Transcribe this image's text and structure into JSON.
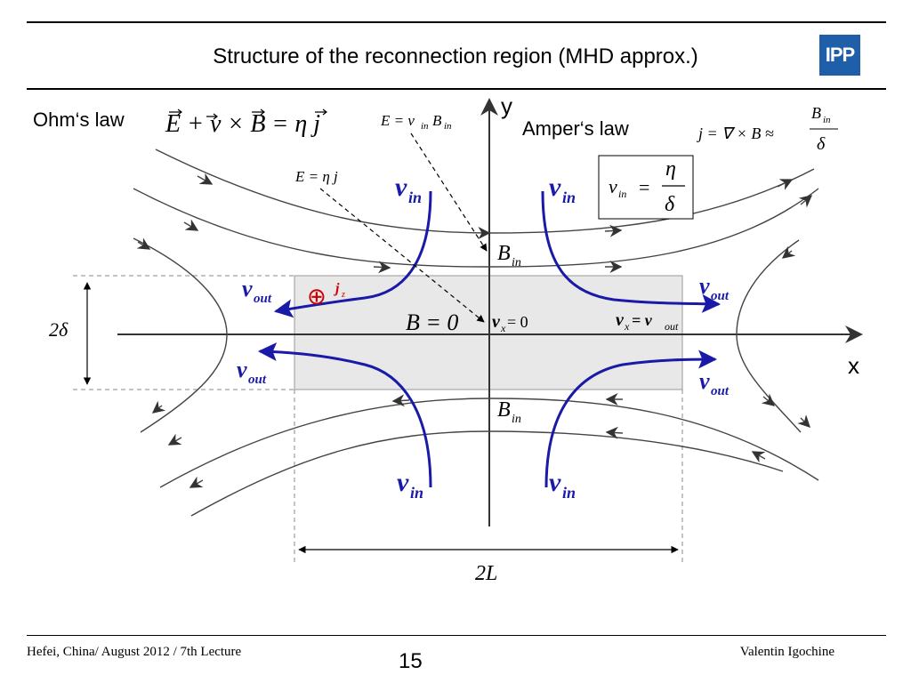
{
  "slide": {
    "title": "Structure of the reconnection region (MHD approx.)",
    "logo_text": "IPP",
    "page_number": "15",
    "footer_left": "Hefei, China/ August 2012 / 7th Lecture",
    "footer_right": "Valentin Igochine"
  },
  "colors": {
    "flow_arrow": "#1a1aa8",
    "current_symbol": "#cc0000",
    "region_fill": "#e8e8e8",
    "logo": "#1f5ea8"
  },
  "labels": {
    "ohm_law": "Ohm‘s law",
    "ohm_eq_lhs": "E + v × B = η j",
    "amper_law": "Amper‘s law",
    "amper_eq": "j = ∇ × B ≈ B_in / δ",
    "amper_lhs": "j = ∇ × B ≈",
    "B_sym": "B",
    "in_sub": "in",
    "out_sub": "out",
    "delta_sym": "δ",
    "eta_sym": "η",
    "v_sym": "v",
    "x_sub": "x",
    "z_sub": "z",
    "j_sym": "j",
    "E_vinBin_lhs": "E = v",
    "E_etaj": "E = η j",
    "vin_eq_lhs": "v",
    "B_zero": "B = 0",
    "vx_zero_rhs": " = 0",
    "vx_vout_mid": " = v",
    "axis_y": "y",
    "axis_x": "x",
    "two_delta": "2δ",
    "two_L": "2L",
    "current_symbol": "⊕"
  }
}
